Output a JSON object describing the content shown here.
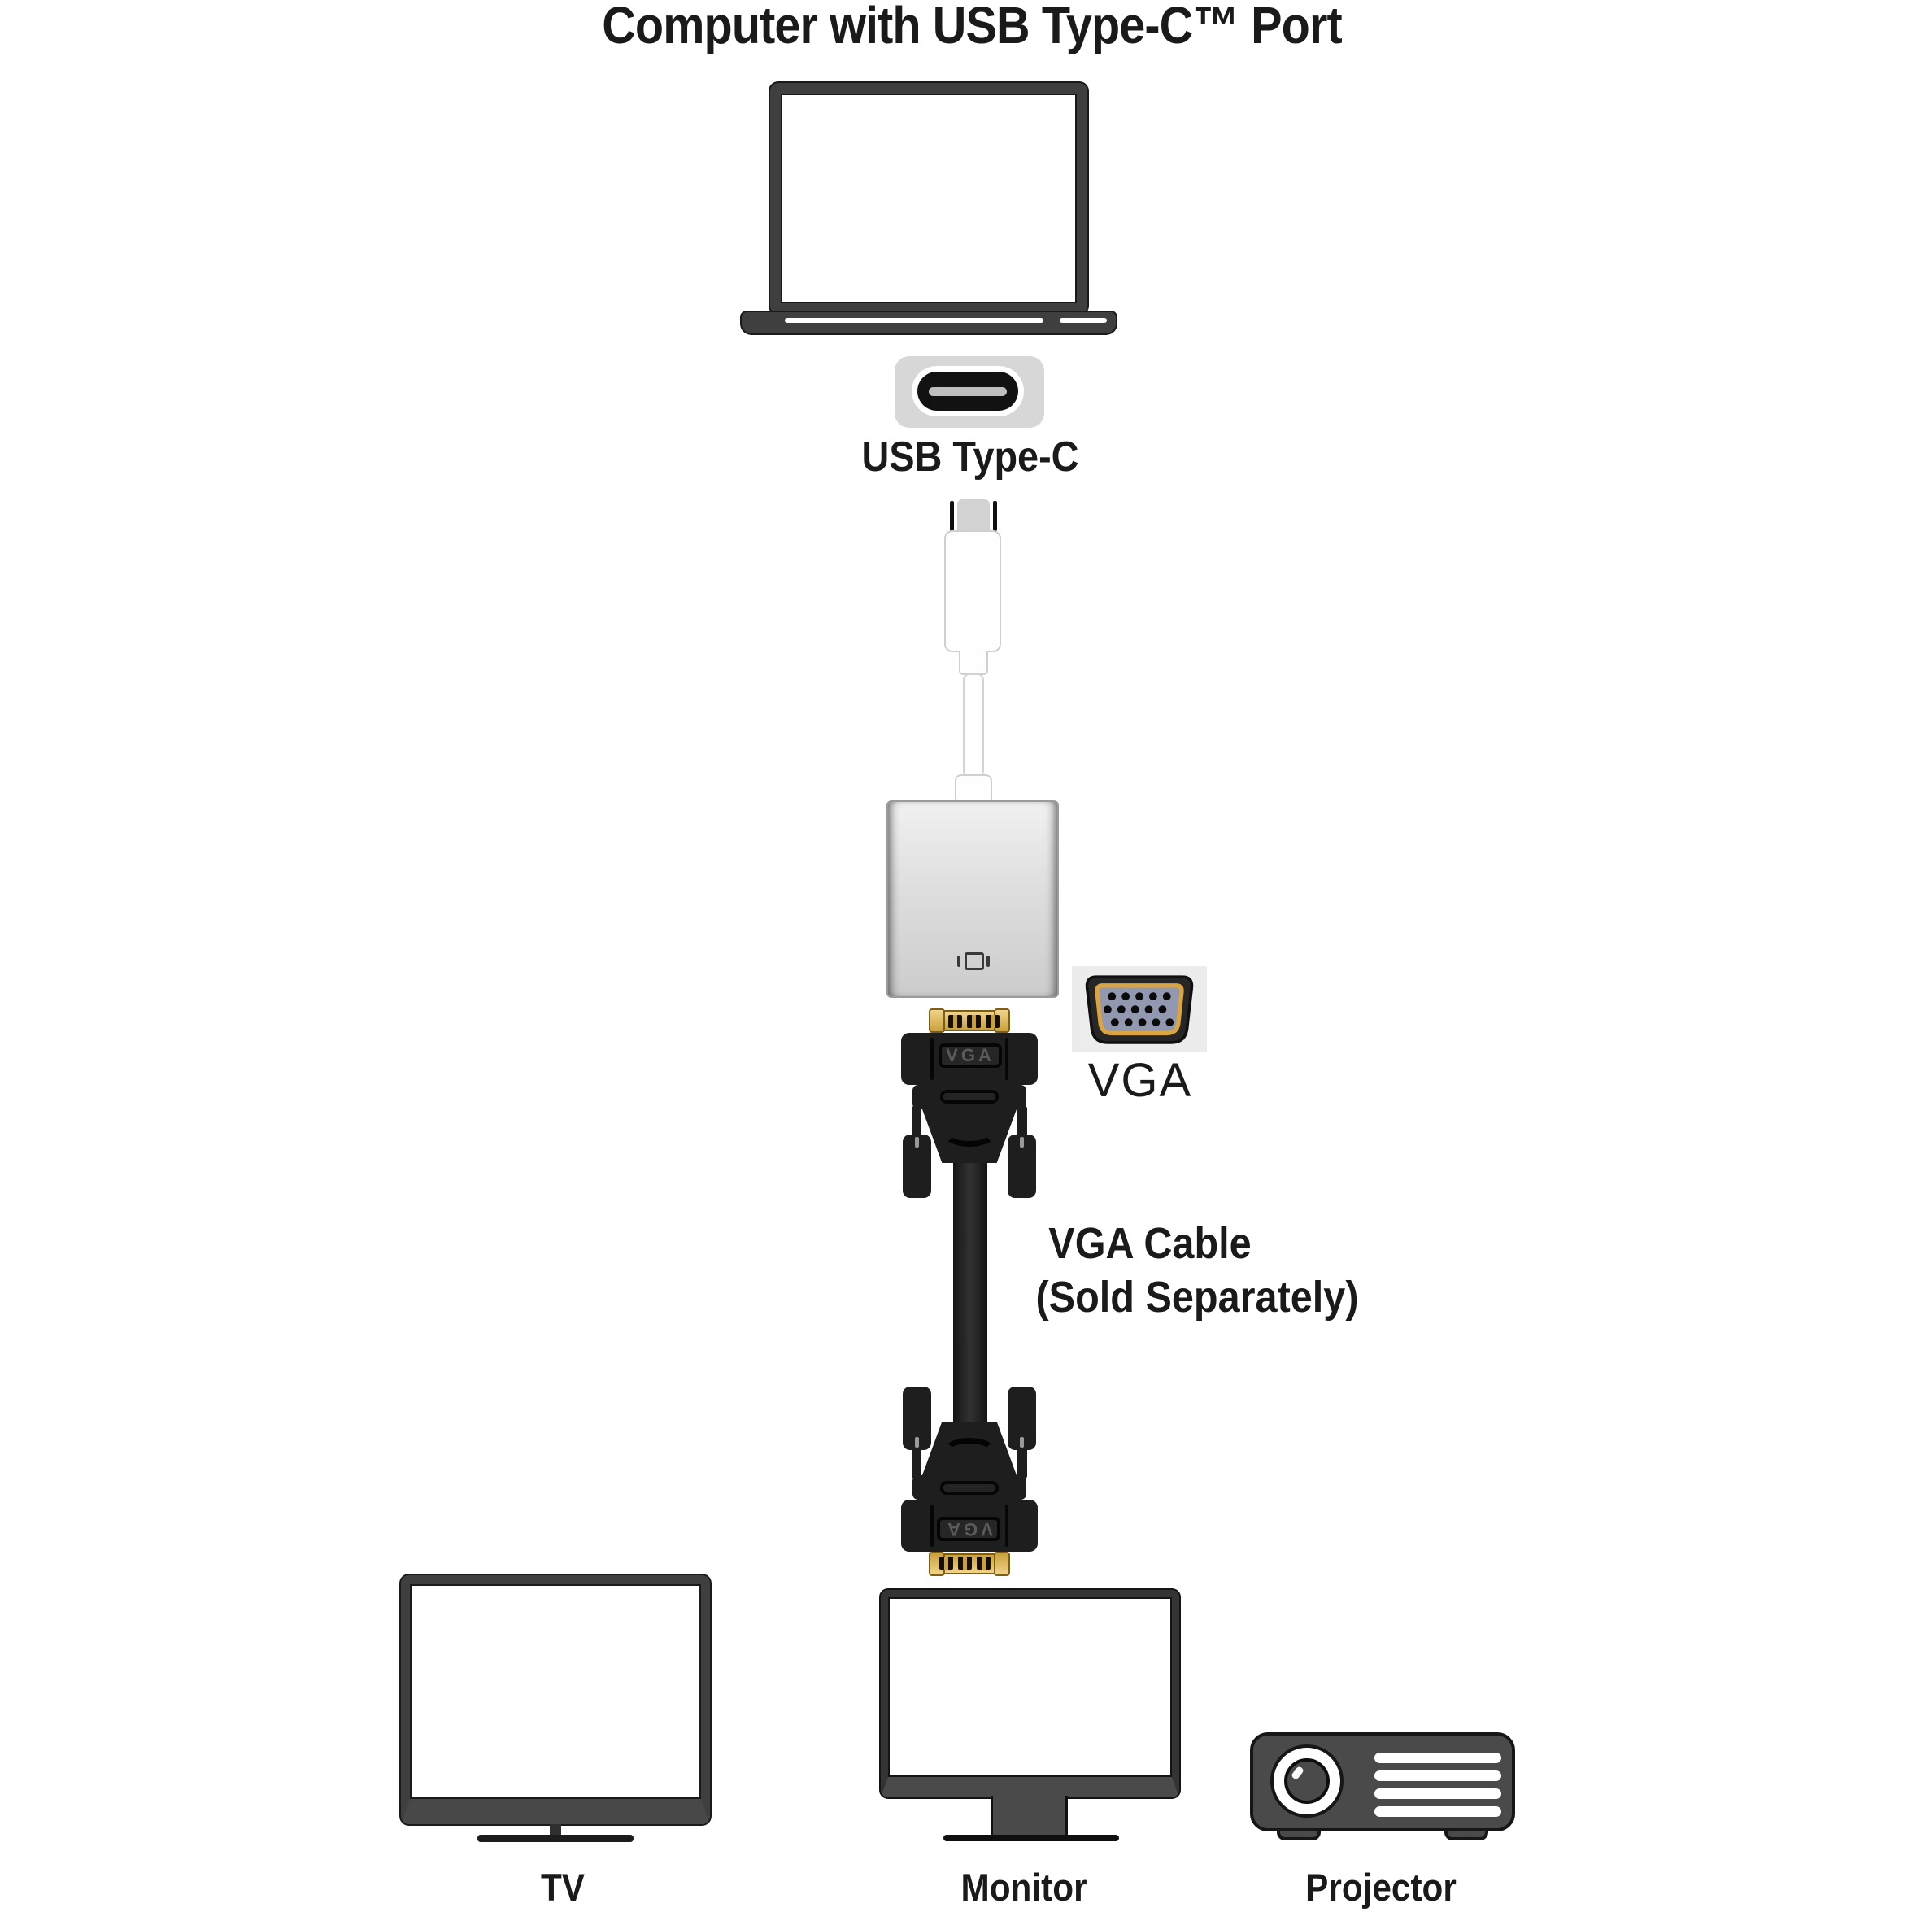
{
  "title": "Computer with USB Type-C™ Port",
  "usb_port": {
    "label": "USB Type-C"
  },
  "vga_port": {
    "label": "VGA"
  },
  "connector": {
    "embossed_label": "VGA"
  },
  "cable_note": {
    "line1": "VGA Cable",
    "line2": "(Sold Separately)"
  },
  "devices": {
    "tv": "TV",
    "monitor": "Monitor",
    "projector": "Projector"
  },
  "icons": {
    "laptop": "laptop-icon",
    "usb_c_port": "usb-c-port-icon",
    "usb_c_to_vga_adapter": "usb-c-to-vga-adapter-icon",
    "vga_female_port": "vga-port-icon",
    "vga_male_connector": "vga-male-connector-icon",
    "vga_cable": "vga-cable",
    "tv": "tv-icon",
    "monitor": "monitor-icon",
    "projector": "projector-icon"
  },
  "colors": {
    "device_outline": "#3f3f3f",
    "black_line": "#1a1a1a",
    "port_bg": "#d7d7d7",
    "silver_light": "#f1f1f1",
    "silver_dark": "#cccccc",
    "gold_light": "#f0d48a",
    "gold_dark": "#c9a03c",
    "vga_insert": "#9298b0",
    "vga_trim": "#d9a441",
    "conn_black": "#1e1e1e",
    "cable_black": "#262626",
    "text_color": "#1a1a1a"
  }
}
